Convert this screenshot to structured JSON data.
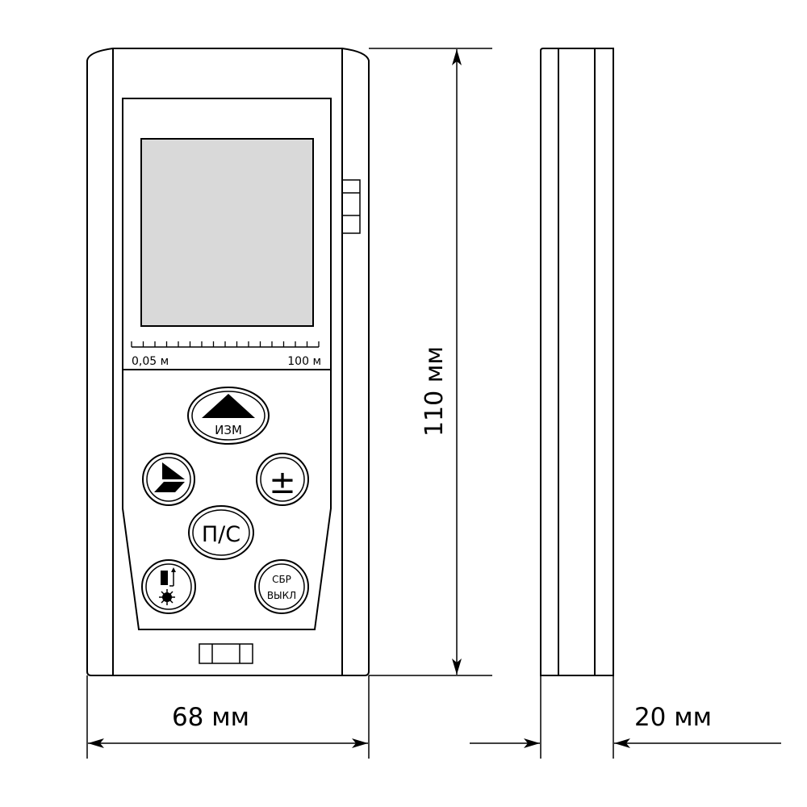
{
  "title": "Laser distance meter dimensions",
  "colors": {
    "line": "#000000",
    "lcd": "#d9d9d9",
    "background": "#ffffff"
  },
  "display": {
    "scale_min": "0,05 м",
    "scale_max": "100 м"
  },
  "buttons": {
    "measure": "ИЗМ",
    "reference": "reference-point-icon",
    "plus_minus": "±",
    "mode": "П/С",
    "light": "backlight-laser-icon",
    "reset_line1": "СБР",
    "reset_line2": "ВЫКЛ"
  },
  "dimensions": {
    "height": "110 мм",
    "width": "68 мм",
    "depth": "20 мм"
  }
}
